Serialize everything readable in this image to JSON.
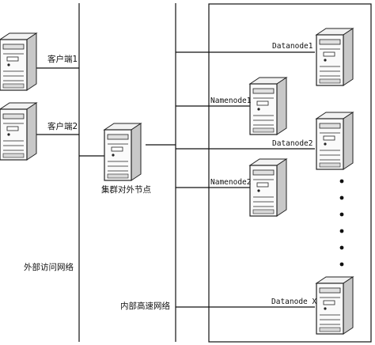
{
  "diagram": {
    "clients": [
      {
        "label": "客户端1"
      },
      {
        "label": "客户端2"
      }
    ],
    "gateway": {
      "label": "集群对外节点"
    },
    "namenodes": [
      {
        "label": "Namenode1"
      },
      {
        "label": "Namenode2"
      }
    ],
    "datanodes": [
      {
        "label": "Datanode1"
      },
      {
        "label": "Datanode2"
      },
      {
        "label": "Datanode X"
      }
    ],
    "networks": {
      "external": "外部访问网络",
      "internal": "内部高速网络"
    },
    "colors": {
      "line": "#111111",
      "server_outline": "#222222",
      "server_shade": "#c8c8c8",
      "server_face": "#f2f2f2"
    }
  }
}
